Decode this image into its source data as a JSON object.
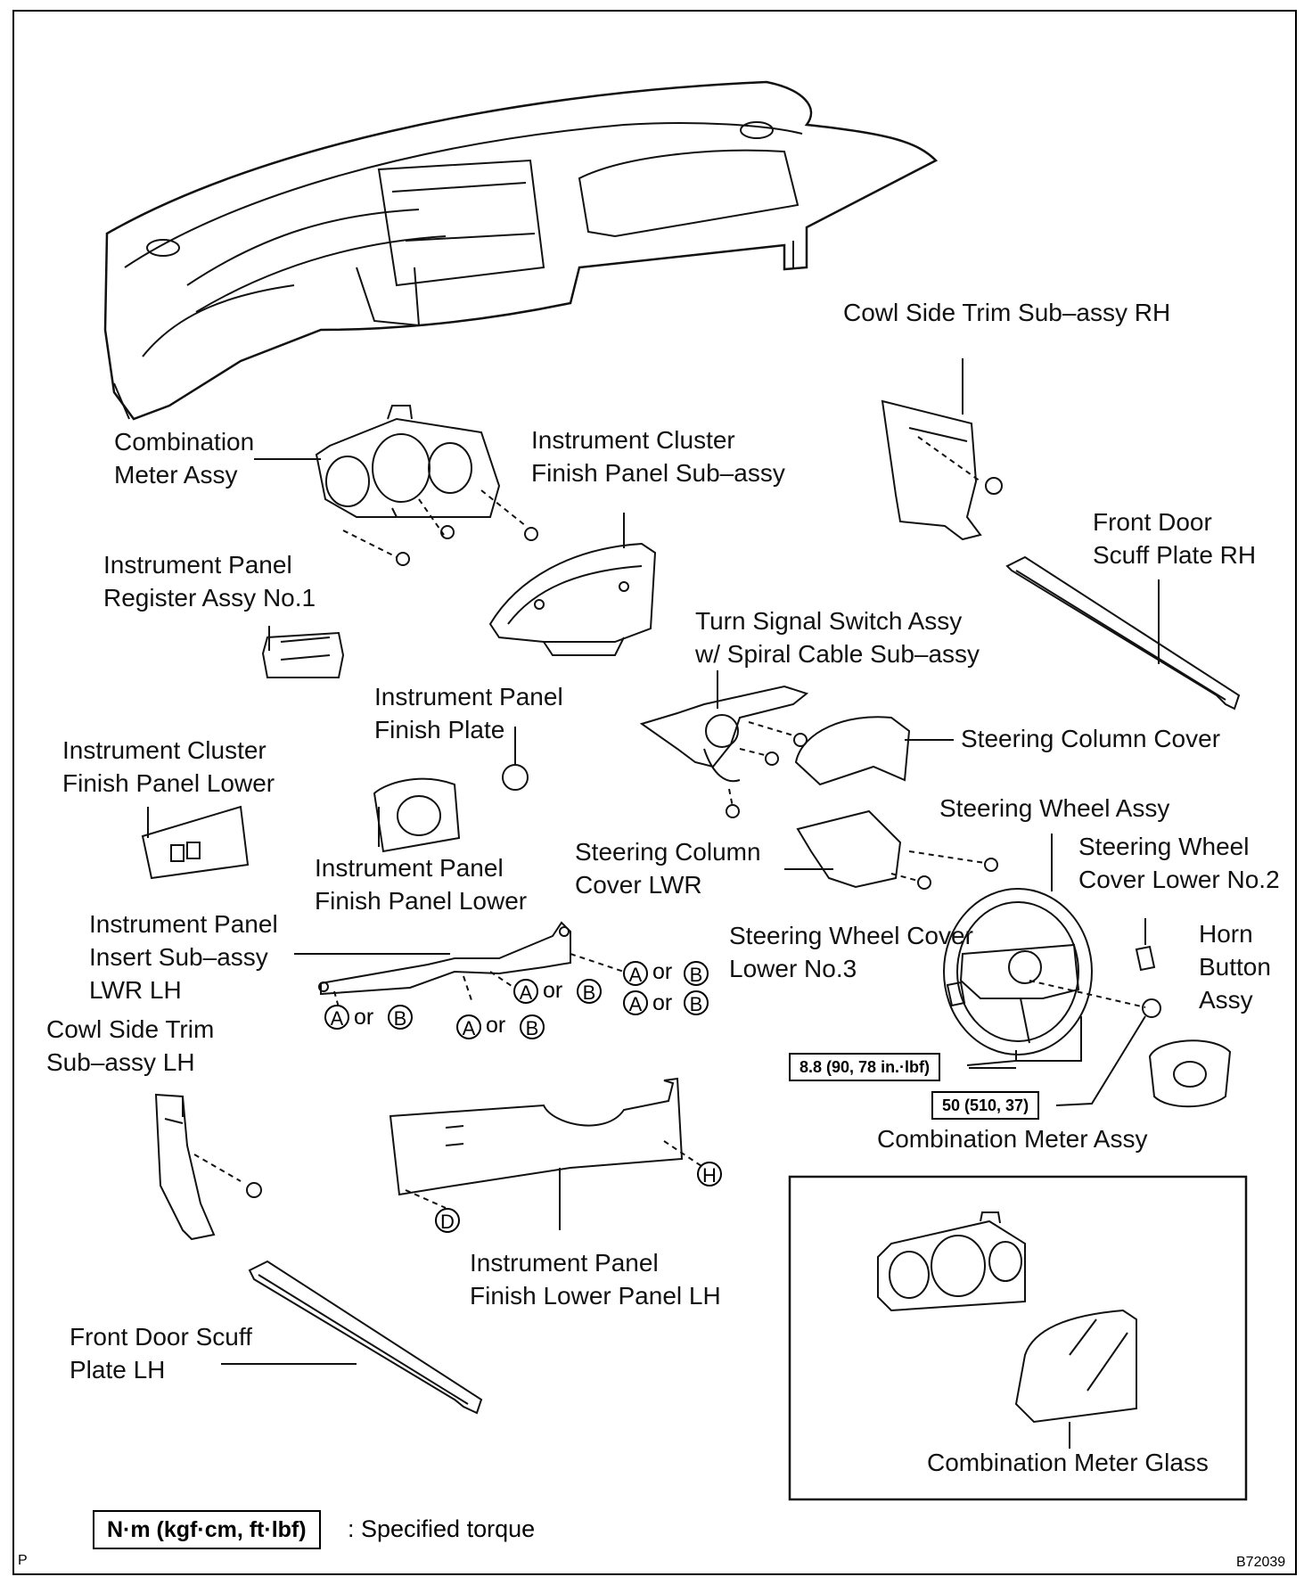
{
  "labels": {
    "cowl_side_trim_rh": "Cowl Side Trim Sub–assy RH",
    "combination_meter_assy": [
      "Combination",
      "Meter Assy"
    ],
    "cluster_finish_panel": [
      "Instrument Cluster",
      "Finish Panel Sub–assy"
    ],
    "front_door_scuff_rh": [
      "Front Door",
      "Scuff Plate RH"
    ],
    "register_assy": [
      "Instrument Panel",
      "Register Assy No.1"
    ],
    "turn_signal_switch": [
      "Turn Signal Switch Assy",
      "w/ Spiral Cable Sub–assy"
    ],
    "finish_plate": [
      "Instrument Panel",
      "Finish Plate"
    ],
    "steering_column_cover": "Steering Column Cover",
    "cluster_finish_panel_lower": [
      "Instrument Cluster",
      "Finish Panel Lower"
    ],
    "steering_wheel_assy": "Steering Wheel Assy",
    "steering_wheel_cover_no2": [
      "Steering Wheel",
      "Cover Lower No.2"
    ],
    "steering_column_cover_lwr": [
      "Steering Column",
      "Cover LWR"
    ],
    "finish_panel_lower": [
      "Instrument Panel",
      "Finish Panel Lower"
    ],
    "insert_sub_assy": [
      "Instrument Panel",
      "Insert Sub–assy",
      "LWR LH"
    ],
    "steering_wheel_cover_no3": [
      "Steering Wheel Cover",
      "Lower No.3"
    ],
    "horn_button": [
      "Horn",
      "Button",
      "Assy"
    ],
    "cowl_side_trim_lh": [
      "Cowl Side Trim",
      "Sub–assy LH"
    ],
    "inset_title": "Combination Meter Assy",
    "finish_lower_panel_lh": [
      "Instrument Panel",
      "Finish Lower Panel LH"
    ],
    "front_door_scuff_lh": [
      "Front Door Scuff",
      "Plate LH"
    ],
    "combination_meter_glass": "Combination Meter Glass"
  },
  "torques": {
    "steering_wheel": "8.8 (90, 78 in.·lbf)",
    "horn": "50 (510, 37)"
  },
  "clips": {
    "a": "A",
    "b": "B",
    "or": "or",
    "d": "D",
    "h": "H"
  },
  "legend": {
    "unit": "N·m (kgf·cm, ft·lbf)",
    "description": ": Specified torque"
  },
  "footer": {
    "left": "P",
    "code": "B72039"
  }
}
